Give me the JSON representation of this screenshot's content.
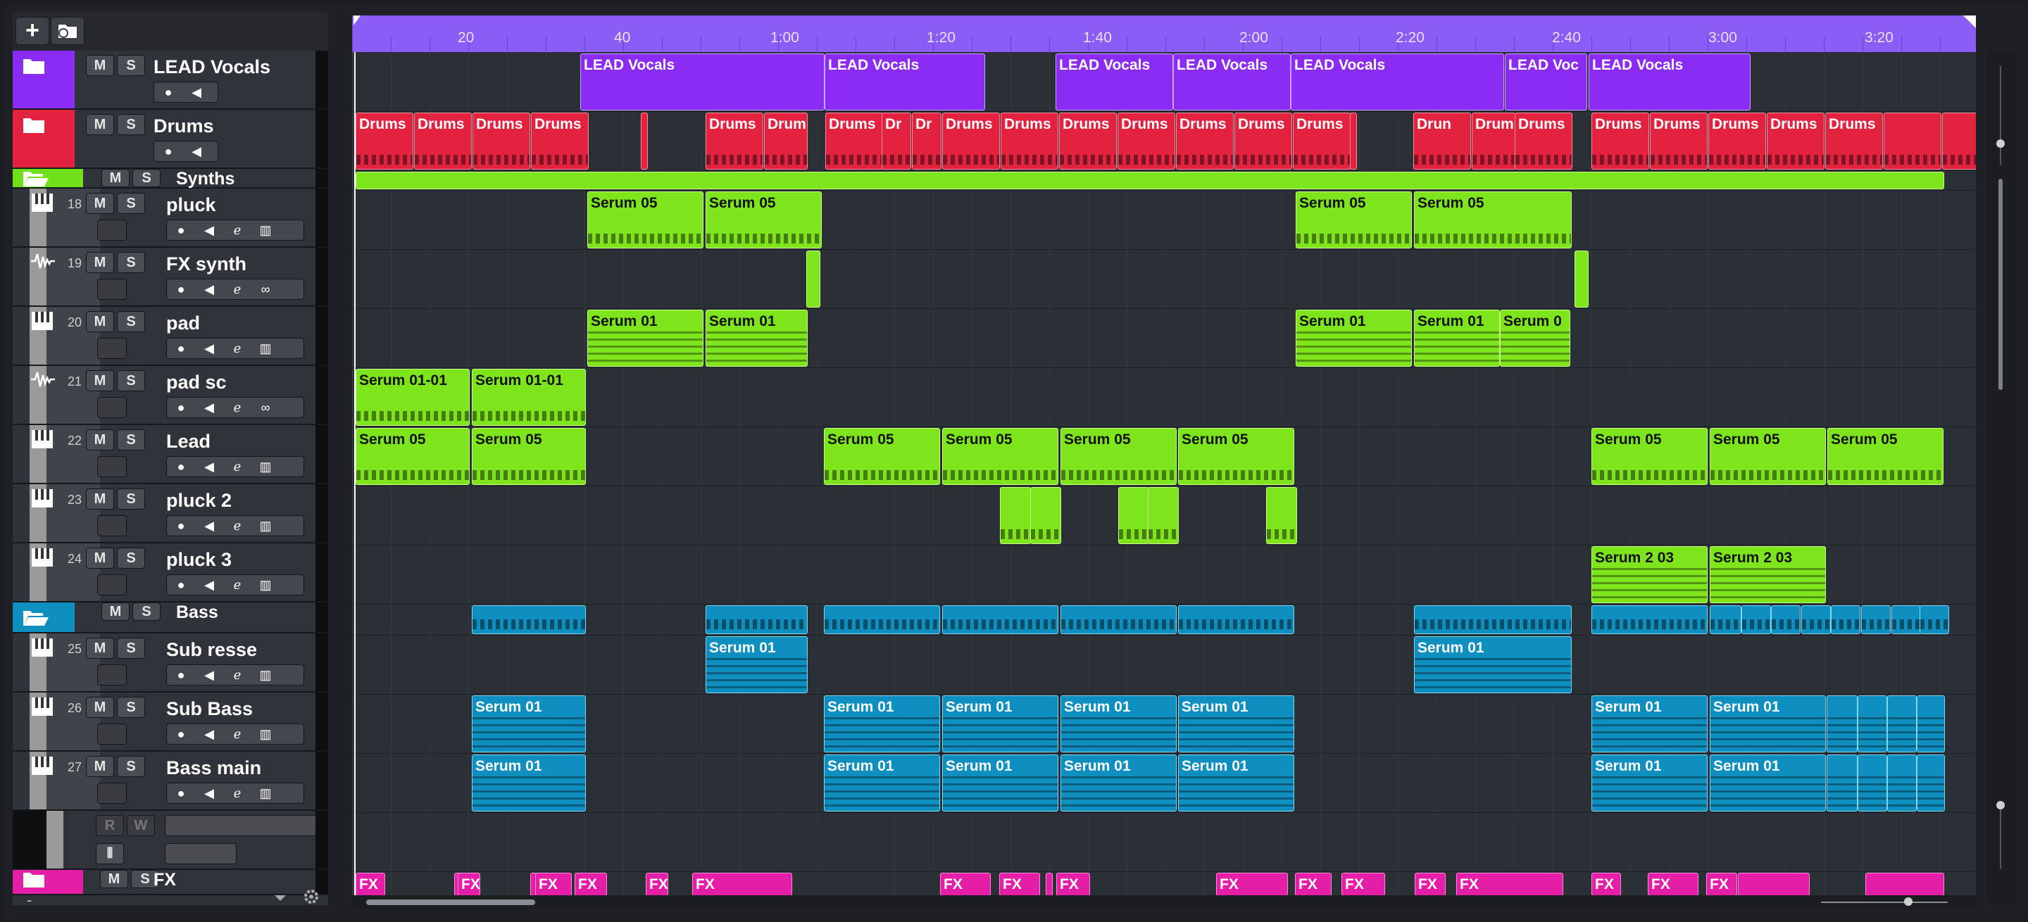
{
  "toolbar": {
    "add_label": "+",
    "add_folder_icon": "folder-add-icon"
  },
  "ruler": {
    "labels": [
      "20",
      "40",
      "1:00",
      "1:20",
      "1:40",
      "2:00",
      "2:20",
      "2:40",
      "3:00",
      "3:20"
    ]
  },
  "tracks": [
    {
      "name": "LEAD Vocals",
      "num": "",
      "color": "#8b2cf5",
      "type": "folder"
    },
    {
      "name": "Drums",
      "num": "",
      "color": "#e3223f",
      "type": "folder"
    },
    {
      "name": "Synths",
      "num": "",
      "color": "#6fe01a",
      "type": "open-folder"
    },
    {
      "name": "pluck",
      "num": "18",
      "color": "#7ee51c",
      "type": "instrument"
    },
    {
      "name": "FX synth",
      "num": "19",
      "color": "#7ee51c",
      "type": "audio"
    },
    {
      "name": "pad",
      "num": "20",
      "color": "#7ee51c",
      "type": "instrument"
    },
    {
      "name": "pad sc",
      "num": "21",
      "color": "#7ee51c",
      "type": "audio"
    },
    {
      "name": "Lead",
      "num": "22",
      "color": "#7ee51c",
      "type": "instrument"
    },
    {
      "name": "pluck 2",
      "num": "23",
      "color": "#7ee51c",
      "type": "instrument"
    },
    {
      "name": "pluck 3",
      "num": "24",
      "color": "#7ee51c",
      "type": "instrument"
    },
    {
      "name": "Bass",
      "num": "",
      "color": "#0f8fbf",
      "type": "open-folder"
    },
    {
      "name": "Sub resse",
      "num": "25",
      "color": "#0f8fbf",
      "type": "instrument"
    },
    {
      "name": "Sub Bass",
      "num": "26",
      "color": "#0f8fbf",
      "type": "instrument"
    },
    {
      "name": "Bass main",
      "num": "27",
      "color": "#0f8fbf",
      "type": "instrument"
    },
    {
      "name": "",
      "num": "",
      "color": "#9a9a9a",
      "type": "automation"
    },
    {
      "name": "FX",
      "num": "",
      "color": "#e51ea8",
      "type": "folder"
    }
  ],
  "buttons": {
    "mute": "M",
    "solo": "S",
    "read": "R",
    "write": "W"
  },
  "clips": {
    "vocals": [
      "LEAD Vocals",
      "LEAD Vocals",
      "LEAD Vocals",
      "LEAD Vocals",
      "LEAD Vocals",
      "LEAD Voc",
      "LEAD Vocals"
    ],
    "drums": [
      "Drums",
      "Drums",
      "Drums",
      "Drums",
      "Drums",
      "Drum",
      "Drums",
      "Dr",
      "Dr",
      "Drums",
      "Drums",
      "Drums",
      "Drums",
      "Drums",
      "Drums",
      "Drums",
      "Drun",
      "Drums",
      "Drums",
      "Drums",
      "Drums",
      "Drums",
      "Drums",
      "Drums"
    ],
    "pluck": [
      "Serum 05",
      "Serum 05",
      "Serum 05",
      "Serum 05"
    ],
    "pad": [
      "Serum 01",
      "Serum 01",
      "Serum 01",
      "Serum 01",
      "Serum 0"
    ],
    "padsc": [
      "Serum 01-01",
      "Serum 01-01"
    ],
    "lead": [
      "Serum 05",
      "Serum 05",
      "Serum 05",
      "Serum 05",
      "Serum 05",
      "Serum 05",
      "Serum 05",
      "Serum 05",
      "Serum 05"
    ],
    "pluck3": [
      "Serum 2 03",
      "Serum 2 03"
    ],
    "subresse": [
      "Serum 01",
      "Serum 01"
    ],
    "subbass": [
      "Serum 01",
      "Serum 01",
      "Serum 01",
      "Serum 01",
      "Serum 01",
      "Serum 01",
      "Serum 01"
    ],
    "bassmain": [
      "Serum 01",
      "Serum 01",
      "Serum 01",
      "Serum 01",
      "Serum 01",
      "Serum 01",
      "Serum 01"
    ],
    "fx": [
      "FX",
      "FX",
      "FX",
      "FX",
      "FX",
      "FX",
      "FX",
      "FX",
      "FX",
      "FX",
      "FX",
      "FX",
      "FX",
      "FX",
      "FX",
      "FX",
      "FX"
    ]
  },
  "footer": {
    "minus": "-"
  }
}
